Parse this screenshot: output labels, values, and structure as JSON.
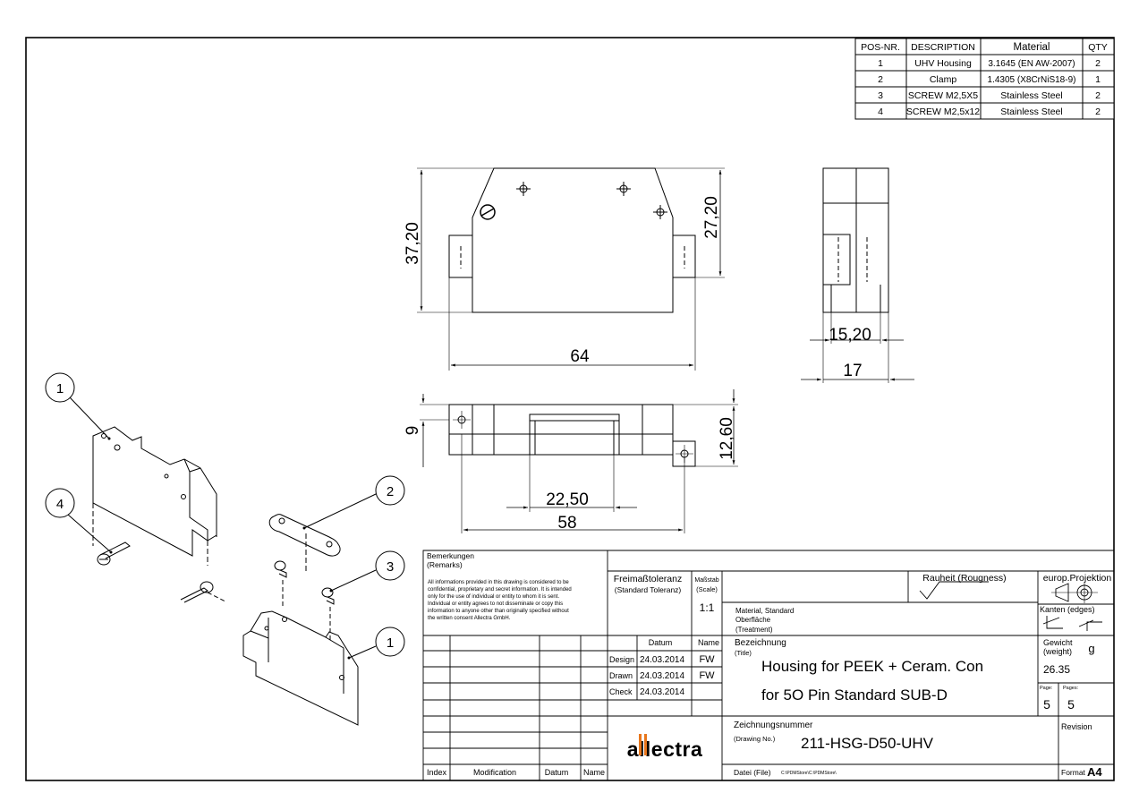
{
  "bom": {
    "headers": [
      "POS-NR.",
      "DESCRIPTION",
      "Material",
      "QTY"
    ],
    "rows": [
      [
        "1",
        "UHV Housing",
        "3.1645 (EN AW-2007)",
        "2"
      ],
      [
        "2",
        "Clamp",
        "1.4305 (X8CrNiS18-9)",
        "1"
      ],
      [
        "3",
        "SCREW M2,5X5",
        "Stainless Steel",
        "2"
      ],
      [
        "4",
        "SCREW M2,5x12",
        "Stainless Steel",
        "2"
      ]
    ]
  },
  "dimensions": {
    "front_height": "37,20",
    "front_inner_height": "27,20",
    "front_width": "64",
    "side_inner": "15,20",
    "side_width": "17",
    "top_offset": "9",
    "top_height": "12,60",
    "top_slot": "22,50",
    "top_width": "58"
  },
  "balloons": [
    "1",
    "2",
    "3",
    "1",
    "4"
  ],
  "title_block": {
    "remarks_title": "Bemerkungen",
    "remarks_sub": "(Remarks)",
    "remarks_text": [
      "All informations provided in this drawing is considered to be",
      "confidential, proprietary and secret information. It is intended",
      "only for the use of individual or entity to whom it is sent.",
      "Individual or entity agrees to not disseminate or copy this",
      "information to anyone other than originally specified without",
      "the written consent Allectra GmbH."
    ],
    "tolerance_title": "Freimaßtoleranz",
    "tolerance_sub": "(Standard Toleranz)",
    "scale_label": "Maßstab",
    "scale_sub": "(Scale)",
    "scale_value": "1:1",
    "roughness_label": "Rauheit (Rougness)",
    "projection_label": "europ.Projektion",
    "edges_label": "Kanten (edges)",
    "material_label": "Material, Standard",
    "surface_label": "Oberfläche",
    "treatment_label": "(Treatment)",
    "datum_header": "Datum",
    "name_header": "Name",
    "design_label": "Design",
    "design_date": "24.03.2014",
    "design_name": "FW",
    "drawn_label": "Drawn",
    "drawn_date": "24.03.2014",
    "drawn_name": "FW",
    "check_label": "Check",
    "check_date": "24.03.2014",
    "title_label": "Bezeichnung",
    "title_sub": "(Title)",
    "title_line1": "Housing for PEEK + Ceram. Con",
    "title_line2": "for 5O Pin Standard SUB-D",
    "weight_label": "Gewicht",
    "weight_sub": "(weight)",
    "weight_unit": "g",
    "weight_value": "26.35",
    "page_label": "Page:",
    "pages_label": "Pages:",
    "page_value": "5",
    "pages_value": "5",
    "drawing_no_label": "Zeichnungsnummer",
    "drawing_no_sub": "(Drawing No.)",
    "drawing_no": "211-HSG-D50-UHV",
    "revision_label": "Revision",
    "file_label": "Datei (File)",
    "file_path": "C:\\PDMStore\\C:\\PDMStore\\",
    "format_label": "Format",
    "format_value": "A4",
    "index_label": "Index",
    "modification_label": "Modification",
    "datum_label": "Datum",
    "name_label": "Name",
    "logo_text": "allectra"
  }
}
